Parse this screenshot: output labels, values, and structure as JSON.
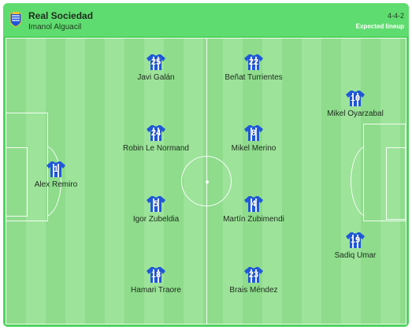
{
  "team": {
    "name": "Real Sociedad",
    "coach": "Imanol Alguacil",
    "formation": "4-4-2",
    "lineup_type": "Expected lineup"
  },
  "colors": {
    "jersey": "#1f58d8",
    "stripe": "#ffffff",
    "pitch_light": "#9de39a",
    "pitch_dark": "#8fdc8c"
  },
  "players": [
    {
      "number": "1",
      "name": "Alex Remiro"
    },
    {
      "number": "25",
      "name": "Javi Galán"
    },
    {
      "number": "24",
      "name": "Robin Le Normand"
    },
    {
      "number": "5",
      "name": "Igor Zubeldia"
    },
    {
      "number": "18",
      "name": "Hamari Traore"
    },
    {
      "number": "22",
      "name": "Beñat Turrientes"
    },
    {
      "number": "8",
      "name": "Mikel Merino"
    },
    {
      "number": "4",
      "name": "Martín Zubimendi"
    },
    {
      "number": "23",
      "name": "Brais Méndez"
    },
    {
      "number": "10",
      "name": "Mikel Oyarzabal"
    },
    {
      "number": "19",
      "name": "Sadiq Umar"
    }
  ]
}
